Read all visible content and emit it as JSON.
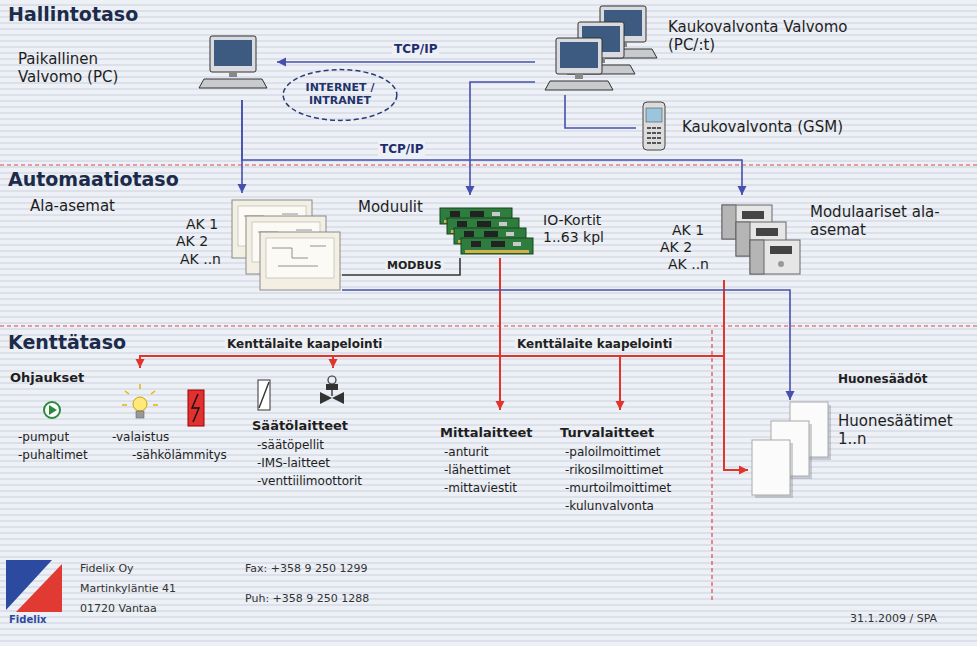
{
  "diagram": {
    "nodes": [
      {
        "text": [
          "Paikallinen Valvomo (PC)"
        ]
      },
      {
        "text": [
          "Kaukovalvonta Valvomo (PC/:t)"
        ]
      },
      {
        "text": [
          "Kaukovalvonta (GSM)"
        ]
      },
      {
        "text": [
          "INTERNET / INTRANET"
        ]
      },
      {
        "text": [
          "Ala-asemat",
          "AK 1",
          "AK 2",
          "AK ..n"
        ]
      },
      {
        "text": [
          "Moduulit",
          "IO-Kortit 1..63 kpl"
        ]
      },
      {
        "text": [
          "Modulaariset ala-asemat",
          "AK 1",
          "AK 2",
          "AK ..n"
        ]
      },
      {
        "text": [
          "Ohjaukset",
          "-pumput",
          "-valaistus",
          "-sähkölämmitys",
          "-puhaltimet"
        ]
      },
      {
        "text": [
          "Säätölaitteet",
          "-säätöpellit",
          "-IMS-laitteet",
          "-venttiilimoottorit"
        ]
      },
      {
        "text": [
          "Mittalaitteet",
          "-anturit",
          "-lähettimet",
          "-mittaviestit"
        ]
      },
      {
        "text": [
          "Turvalaitteet",
          "-paloilmoittimet",
          "-rikosilmoittimet",
          "-murtoilmoittimet",
          "-kulunvalvonta"
        ]
      },
      {
        "text": [
          "Huonesäätimet 1..n"
        ]
      }
    ],
    "edges": [
      {
        "from": 1,
        "to": 0,
        "arrow": "to",
        "label": "TCP/IP"
      },
      {
        "from": 0,
        "to": 4,
        "arrow": "to"
      },
      {
        "from": 0,
        "to": 6,
        "arrow": "to",
        "label": "TCP/IP"
      },
      {
        "from": 1,
        "to": 5,
        "arrow": "to"
      },
      {
        "from": 1,
        "to": 2,
        "arrow": "none"
      },
      {
        "from": 6,
        "to": 7,
        "arrow": "to",
        "label": "Kenttälaite kaapelointi"
      },
      {
        "from": 6,
        "to": 8,
        "arrow": "to"
      },
      {
        "from": 6,
        "to": 10,
        "arrow": "to",
        "label": "Kenttälaite kaapelointi"
      },
      {
        "from": 5,
        "to": 9,
        "arrow": "to"
      },
      {
        "from": 6,
        "to": 11,
        "arrow": "to"
      },
      {
        "from": 4,
        "to": 11,
        "arrow": "to"
      },
      {
        "from": 4,
        "to": 5,
        "arrow": "none",
        "label": "MODBUS"
      }
    ],
    "labels": [
      "Hallintotaso",
      "Automaatiotaso",
      "Kenttätaso",
      "Huonesäädöt",
      "Fidelix",
      "Fidelix Oy",
      "Fax: +358 9 250 1299",
      "Martinkyläntie 41",
      "Puh: +358 9 250 1288",
      "01720 Vantaa",
      "31.1.2009 / SPA"
    ]
  }
}
